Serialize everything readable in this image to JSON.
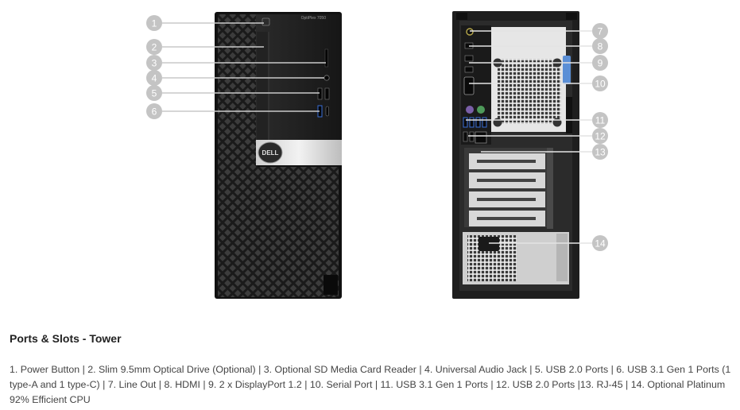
{
  "front_view": {
    "model_label": "OptiPlex 7050",
    "logo_text": "DELL",
    "callouts": [
      {
        "number": "1",
        "name": "callout-power-button"
      },
      {
        "number": "2",
        "name": "callout-optical-drive"
      },
      {
        "number": "3",
        "name": "callout-sd-card-reader"
      },
      {
        "number": "4",
        "name": "callout-audio-jack"
      },
      {
        "number": "5",
        "name": "callout-usb2-front"
      },
      {
        "number": "6",
        "name": "callout-usb31-front"
      }
    ]
  },
  "rear_view": {
    "callouts": [
      {
        "number": "7",
        "name": "callout-line-out"
      },
      {
        "number": "8",
        "name": "callout-hdmi"
      },
      {
        "number": "9",
        "name": "callout-displayport"
      },
      {
        "number": "10",
        "name": "callout-serial-port"
      },
      {
        "number": "11",
        "name": "callout-usb31-rear"
      },
      {
        "number": "12",
        "name": "callout-usb2-rear"
      },
      {
        "number": "13",
        "name": "callout-rj45"
      },
      {
        "number": "14",
        "name": "callout-psu"
      }
    ]
  },
  "section": {
    "heading": "Ports & Slots - Tower",
    "description": "1. Power Button | 2. Slim 9.5mm Optical Drive (Optional) | 3. Optional SD Media Card Reader | 4. Universal Audio Jack | 5. USB 2.0 Ports | 6. USB 3.1 Gen 1 Ports (1 type-A and 1 type-C) | 7. Line Out | 8. HDMI | 9. 2 x DisplayPort 1.2 | 10. Serial Port | 11. USB 3.1 Gen 1 Ports | 12. USB 2.0 Ports |13. RJ-45 | 14. Optional Platinum 92% Efficient CPU"
  },
  "colors": {
    "callout_fill": "#c4c4c4",
    "callout_text": "#ffffff",
    "chassis": "#1f1f1f",
    "rear_panel": "#2a2a2a",
    "metal": "#d9d9d9",
    "accent_usb3": "#3a6fd8",
    "accent_lock": "#5b8fd6"
  }
}
